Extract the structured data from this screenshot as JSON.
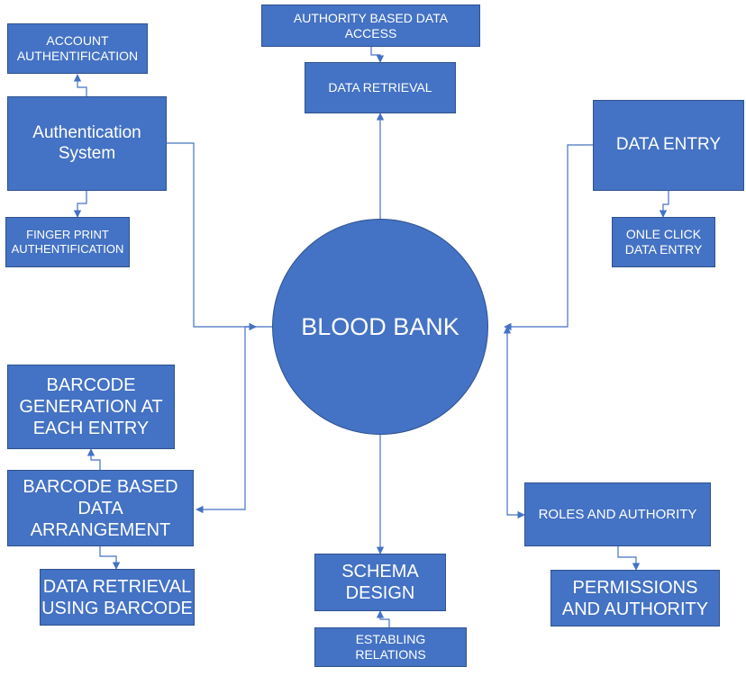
{
  "colors": {
    "node_fill": "#4472c4",
    "node_border": "#2f528f",
    "connector": "#4472c4",
    "text": "#ffffff"
  },
  "nodes": {
    "center": "BLOOD BANK",
    "authority_based_access": "AUTHORITY BASED DATA ACCESS",
    "data_retrieval": "DATA RETRIEVAL",
    "account_authentification": "ACCOUNT AUTHENTIFICATION",
    "authentication_system": "Authentication System",
    "finger_print": "FINGER PRINT AUTHENTIFICATION",
    "data_entry": "DATA ENTRY",
    "one_click_entry": "ONLE CLICK DATA ENTRY",
    "barcode_generation": "BARCODE GENERATION AT EACH ENTRY",
    "barcode_arrangement": "BARCODE BASED DATA ARRANGEMENT",
    "barcode_retrieval": "DATA RETRIEVAL USING BARCODE",
    "schema_design": "SCHEMA DESIGN",
    "establing_relations": "ESTABLING RELATIONS",
    "roles_authority": "ROLES AND AUTHORITY",
    "permissions_authority": "PERMISSIONS AND AUTHORITY"
  }
}
